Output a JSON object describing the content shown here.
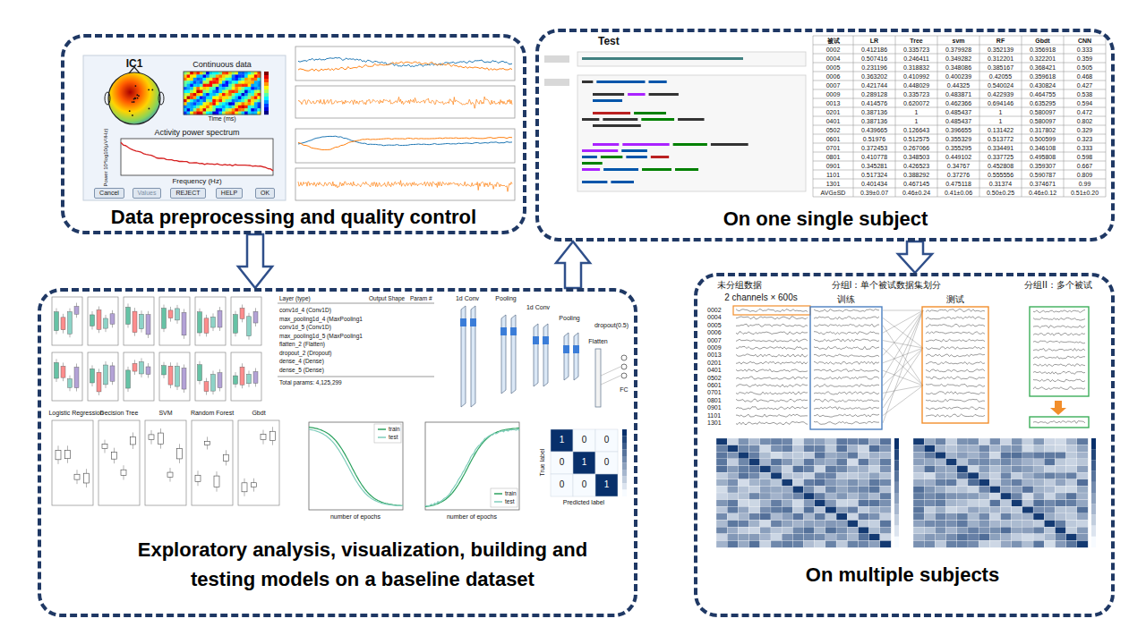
{
  "diagram": {
    "nodes": [
      {
        "text": [
          "Data preprocessing and quality control"
        ]
      },
      {
        "text": [
          "Cancel"
        ],
        "in": 0
      },
      {
        "text": [
          "Values"
        ],
        "in": 0
      },
      {
        "text": [
          "REJECT"
        ],
        "in": 0
      },
      {
        "text": [
          "HELP"
        ],
        "in": 0
      },
      {
        "text": [
          "OK"
        ],
        "in": 0
      },
      {
        "text": [
          "On one single subject"
        ]
      },
      {
        "text": [
          "Exploratory analysis, visualization, building and testing models on a baseline dataset"
        ]
      },
      {
        "text": [
          "On multiple subjects"
        ]
      }
    ],
    "edges": [
      {
        "from": 0,
        "to": 7,
        "arrow": "to"
      },
      {
        "from": 7,
        "to": 6,
        "arrow": "to"
      },
      {
        "from": 6,
        "to": 8,
        "arrow": "to"
      }
    ],
    "labels": [
      "IC1",
      "Continuous data",
      "Time (ms)",
      "Activity power spectrum",
      "Frequency (Hz)",
      "Power 10*log10(μV²/Hz)",
      "Test",
      "被试",
      "LR",
      "Tree",
      "svm",
      "RF",
      "Gbdt",
      "CNN",
      "0002",
      "0.412186",
      "0.335723",
      "0.379928",
      "0.352139",
      "0.356918",
      "0.333",
      "0004",
      "0.507416",
      "0.246411",
      "0.349282",
      "0.312201",
      "0.322201",
      "0.359",
      "0005",
      "0.231196",
      "0.318832",
      "0.348086",
      "0.385167",
      "0.368421",
      "0.505",
      "0006",
      "0.363202",
      "0.410992",
      "0.400239",
      "0.42055",
      "0.359618",
      "0.468",
      "0007",
      "0.421744",
      "0.448029",
      "0.44325",
      "0.540024",
      "0.430824",
      "0.427",
      "0009",
      "0.289128",
      "0.335723",
      "0.483871",
      "0.422939",
      "0.464755",
      "0.538",
      "0013",
      "0.414576",
      "0.620072",
      "0.462366",
      "0.694146",
      "0.635295",
      "0.594",
      "0201",
      "0.387136",
      "1",
      "0.485437",
      "1",
      "0.580097",
      "0.472",
      "0401",
      "0.387136",
      "1",
      "0.485437",
      "1",
      "0.580097",
      "0.802",
      "0502",
      "0.439665",
      "0.126643",
      "0.396655",
      "0.131422",
      "0.317802",
      "0.329",
      "0601",
      "0.51976",
      "0.512575",
      "0.355329",
      "0.513772",
      "0.500599",
      "0.323",
      "0701",
      "0.372453",
      "0.267066",
      "0.355295",
      "0.334491",
      "0.346108",
      "0.333",
      "0801",
      "0.410778",
      "0.348503",
      "0.449102",
      "0.337725",
      "0.495808",
      "0.598",
      "0901",
      "0.345281",
      "0.426523",
      "0.34767",
      "0.452808",
      "0.359307",
      "0.667",
      "1101",
      "0.517324",
      "0.388292",
      "0.37276",
      "0.555556",
      "0.590787",
      "0.809",
      "1301",
      "0.401434",
      "0.467145",
      "0.475118",
      "0.31374",
      "0.374671",
      "0.99",
      "AVG±SD",
      "0.39±0.07",
      "0.46±0.24",
      "0.41±0.06",
      "0.50±0.25",
      "0.46±0.12",
      "0.51±0.20",
      "Layer (type)",
      "Output Shape",
      "Param #",
      "conv1d_4 (Conv1D)",
      "max_pooling1d_4 (MaxPooling1",
      "conv1d_5 (Conv1D)",
      "max_pooling1d_5 (MaxPooling1",
      "flatten_2 (Flatten)",
      "dropout_2 (Dropout)",
      "dense_4 (Dense)",
      "dense_5 (Dense)",
      "Total params: 4,125,299",
      "1d Conv",
      "Pooling",
      "1d Conv",
      "Pooling",
      "Flatten",
      "FC",
      "dropout(0.5)",
      "Logistic Regression",
      "Decision Tree",
      "SVM",
      "Random Forest",
      "Gbdt",
      "number of epochs",
      "number of epochs",
      "1",
      "0",
      "0",
      "0",
      "1",
      "0",
      "0",
      "0",
      "1",
      "True label",
      "Predicted label",
      "未分组数据",
      "分组I：单个被试数据集划分",
      "分组II：多个被试",
      "2 channels × 600s",
      "0002",
      "0004",
      "0005",
      "0006",
      "0007",
      "0009",
      "0013",
      "0201",
      "0401",
      "0502",
      "0601",
      "0701",
      "0801",
      "0901",
      "1101",
      "1301",
      "训练",
      "测试"
    ],
    "legend": [
      {
        "text": "train"
      },
      {
        "text": "test"
      },
      {
        "text": "train"
      },
      {
        "text": "test"
      }
    ]
  }
}
